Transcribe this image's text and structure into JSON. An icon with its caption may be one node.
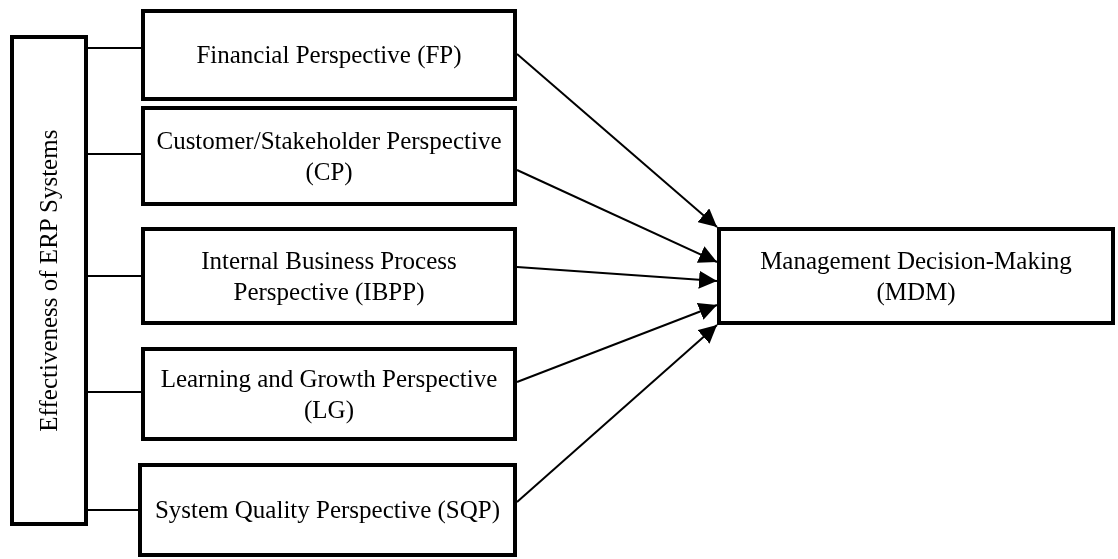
{
  "diagram": {
    "nodes": [
      {
        "text": [
          "Effectiveness of ERP Systems"
        ]
      },
      {
        "text": [
          "Financial Perspective (FP)"
        ]
      },
      {
        "text": [
          "Customer/Stakeholder Perspective (CP)"
        ]
      },
      {
        "text": [
          "Internal Business Process Perspective (IBPP)"
        ]
      },
      {
        "text": [
          "Learning and Growth Perspective (LG)"
        ]
      },
      {
        "text": [
          "System Quality Perspective (SQP)"
        ]
      },
      {
        "text": [
          "Management Decision-Making (MDM)"
        ]
      }
    ],
    "edges": [
      {
        "from": 0,
        "to": 1,
        "arrow": "none"
      },
      {
        "from": 0,
        "to": 2,
        "arrow": "none"
      },
      {
        "from": 0,
        "to": 3,
        "arrow": "none"
      },
      {
        "from": 0,
        "to": 4,
        "arrow": "none"
      },
      {
        "from": 0,
        "to": 5,
        "arrow": "none"
      },
      {
        "from": 1,
        "to": 6,
        "arrow": "to"
      },
      {
        "from": 2,
        "to": 6,
        "arrow": "to"
      },
      {
        "from": 3,
        "to": 6,
        "arrow": "to"
      },
      {
        "from": 4,
        "to": 6,
        "arrow": "to"
      },
      {
        "from": 5,
        "to": 6,
        "arrow": "to"
      }
    ]
  }
}
